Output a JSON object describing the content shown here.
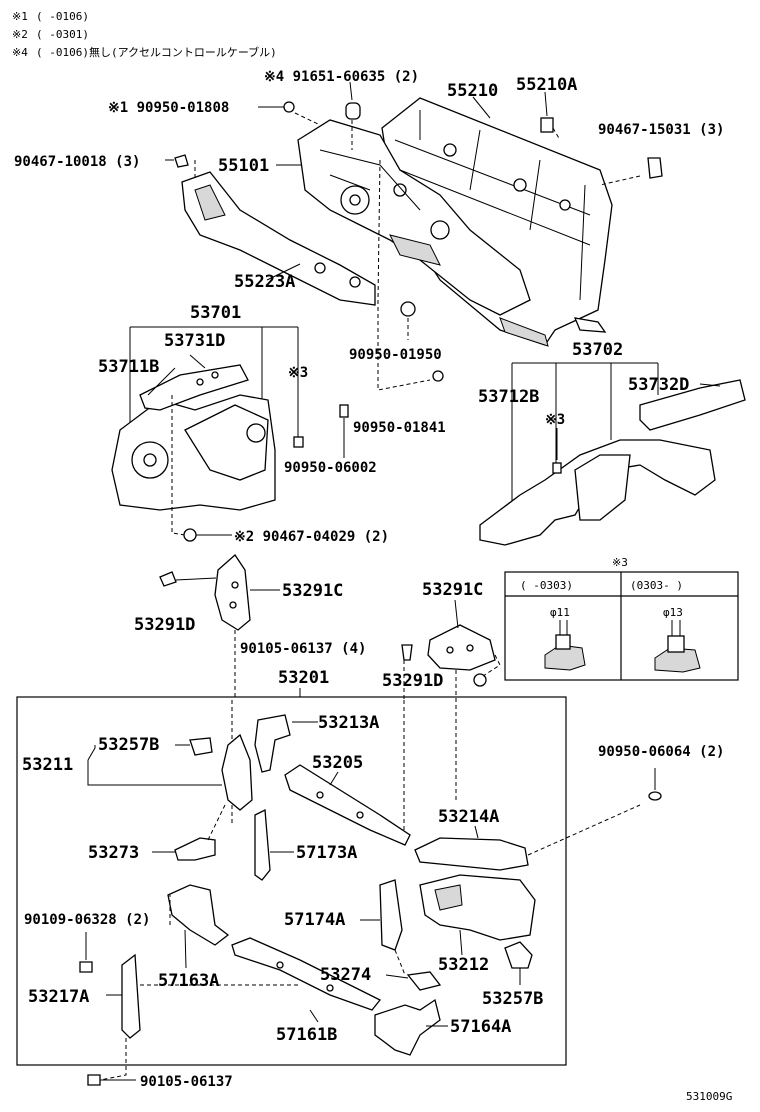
{
  "notes": [
    {
      "mark": "※1",
      "text": "(       -0106)"
    },
    {
      "mark": "※2",
      "text": "(       -0301)"
    },
    {
      "mark": "※4",
      "text": "(      -0106)無し(アクセルコントロールケーブル)"
    }
  ],
  "labels": {
    "p91651": "※4 91651-60635 (2)",
    "p55210": "55210",
    "p55210A": "55210A",
    "p90950_01808": "※1 90950-01808",
    "p90467_15031": "90467-15031 (3)",
    "p90467_10018": "90467-10018 (3)",
    "p55101": "55101",
    "p55223A": "55223A",
    "p53701": "53701",
    "p53731D": "53731D",
    "p53711B": "53711B",
    "p3a": "※3",
    "p90950_01950": "90950-01950",
    "p53702": "53702",
    "p53712B": "53712B",
    "p53732D": "53732D",
    "p3b": "※3",
    "p90950_01841": "90950-01841",
    "p90950_06002": "90950-06002",
    "p90467_04029": "※2 90467-04029 (2)",
    "p53291C_a": "53291C",
    "p53291D_a": "53291D",
    "p53291C_b": "53291C",
    "p90105_06137_4": "90105-06137 (4)",
    "p53291D_b": "53291D",
    "p53201": "53201",
    "p53213A": "53213A",
    "p53257B_a": "53257B",
    "p53211": "53211",
    "p53205": "53205",
    "p90950_06064": "90950-06064 (2)",
    "p53214A": "53214A",
    "p53273": "53273",
    "p57173A": "57173A",
    "p90109_06328": "90109-06328 (2)",
    "p57174A": "57174A",
    "p53212": "53212",
    "p57163A": "57163A",
    "p53274": "53274",
    "p53257B_b": "53257B",
    "p53217A": "53217A",
    "p57161B": "57161B",
    "p57164A": "57164A",
    "p90105_06137": "90105-06137",
    "code": "531009G"
  },
  "inset": {
    "title": "※3",
    "col1": "(      -0303)",
    "col2": "(0303-      )",
    "dia1": "φ11",
    "dia2": "φ13"
  }
}
